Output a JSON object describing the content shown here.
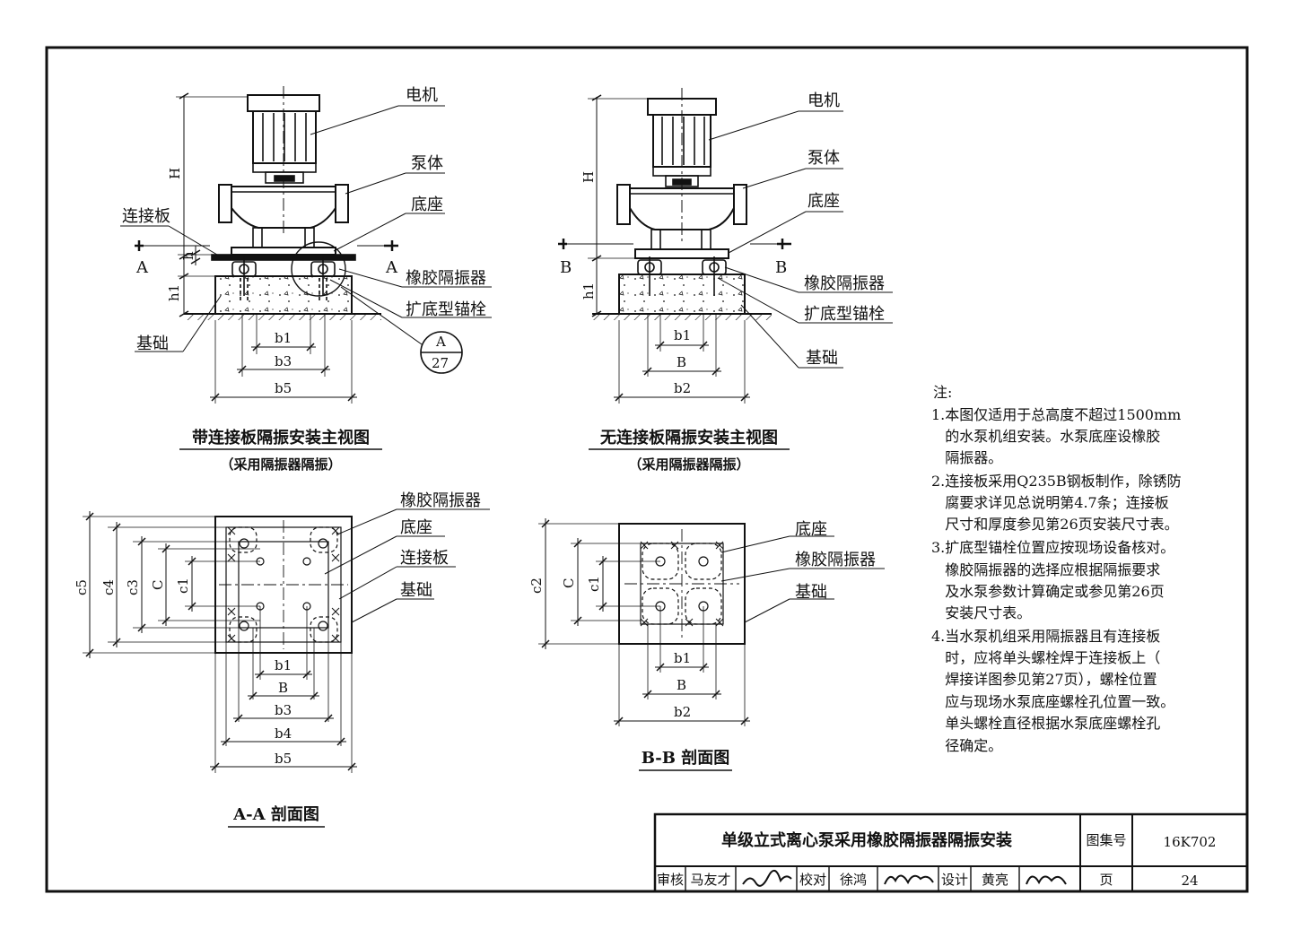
{
  "front_view_a": {
    "labels": {
      "motor": "电机",
      "pump_body": "泵体",
      "base": "底座",
      "connecting_plate": "连接板",
      "rubber_isolator": "橡胶隔振器",
      "anchor_bolt": "扩底型锚栓",
      "foundation": "基础"
    },
    "section_marks": [
      "A",
      "A"
    ],
    "dims": {
      "H": "H",
      "h": "h",
      "h1": "h1",
      "b1": "b1",
      "b3": "b3",
      "b5": "b5"
    },
    "detail_ref": {
      "top": "A",
      "bottom": "27"
    },
    "title": "带连接板隔振安装主视图",
    "subtitle": "（采用隔振器隔振）"
  },
  "front_view_b": {
    "labels": {
      "motor": "电机",
      "pump_body": "泵体",
      "base": "底座",
      "rubber_isolator": "橡胶隔振器",
      "anchor_bolt": "扩底型锚栓",
      "foundation": "基础"
    },
    "section_marks": [
      "B",
      "B"
    ],
    "dims": {
      "H": "H",
      "h1": "h1",
      "b1": "b1",
      "B": "B",
      "b2": "b2"
    },
    "title": "无连接板隔振安装主视图",
    "subtitle": "（采用隔振器隔振）"
  },
  "section_a": {
    "labels": {
      "rubber_isolator": "橡胶隔振器",
      "base": "底座",
      "connecting_plate": "连接板",
      "foundation": "基础"
    },
    "dims_v": [
      "c5",
      "c4",
      "c3",
      "C",
      "c1"
    ],
    "dims_h": [
      "b1",
      "B",
      "b3",
      "b4",
      "b5"
    ],
    "title": "A-A 剖面图"
  },
  "section_b": {
    "labels": {
      "base": "底座",
      "rubber_isolator": "橡胶隔振器",
      "foundation": "基础"
    },
    "dims_v": [
      "c2",
      "C",
      "c1"
    ],
    "dims_h": [
      "b1",
      "B",
      "b2"
    ],
    "title": "B-B 剖面图"
  },
  "notes": {
    "heading": "注:",
    "lines": [
      "1.本图仅适用于总高度不超过1500mm",
      "   的水泵机组安装。水泵底座设橡胶",
      "   隔振器。",
      "2.连接板采用Q235B钢板制作，除锈防",
      "   腐要求详见总说明第4.7条；连接板",
      "   尺寸和厚度参见第26页安装尺寸表。",
      "3.扩底型锚栓位置应按现场设备核对。",
      "   橡胶隔振器的选择应根据隔振要求",
      "   及水泵参数计算确定或参见第26页",
      "   安装尺寸表。",
      "4.当水泵机组采用隔振器且有连接板",
      "   时，应将单头螺栓焊于连接板上（",
      "   焊接详图参见第27页），螺栓位置",
      "   应与现场水泵底座螺栓孔位置一致。",
      "   单头螺栓直径根据水泵底座螺栓孔",
      "   径确定。"
    ]
  },
  "title_block": {
    "title": "单级立式离心泵采用橡胶隔振器隔振安装",
    "atlas_label": "图集号",
    "atlas_no": "16K702",
    "review_label": "审核",
    "reviewer": "马友才",
    "check_label": "校对",
    "checker": "徐鸿",
    "design_label": "设计",
    "designer": "黄亮",
    "page_label": "页",
    "page_no": "24"
  }
}
